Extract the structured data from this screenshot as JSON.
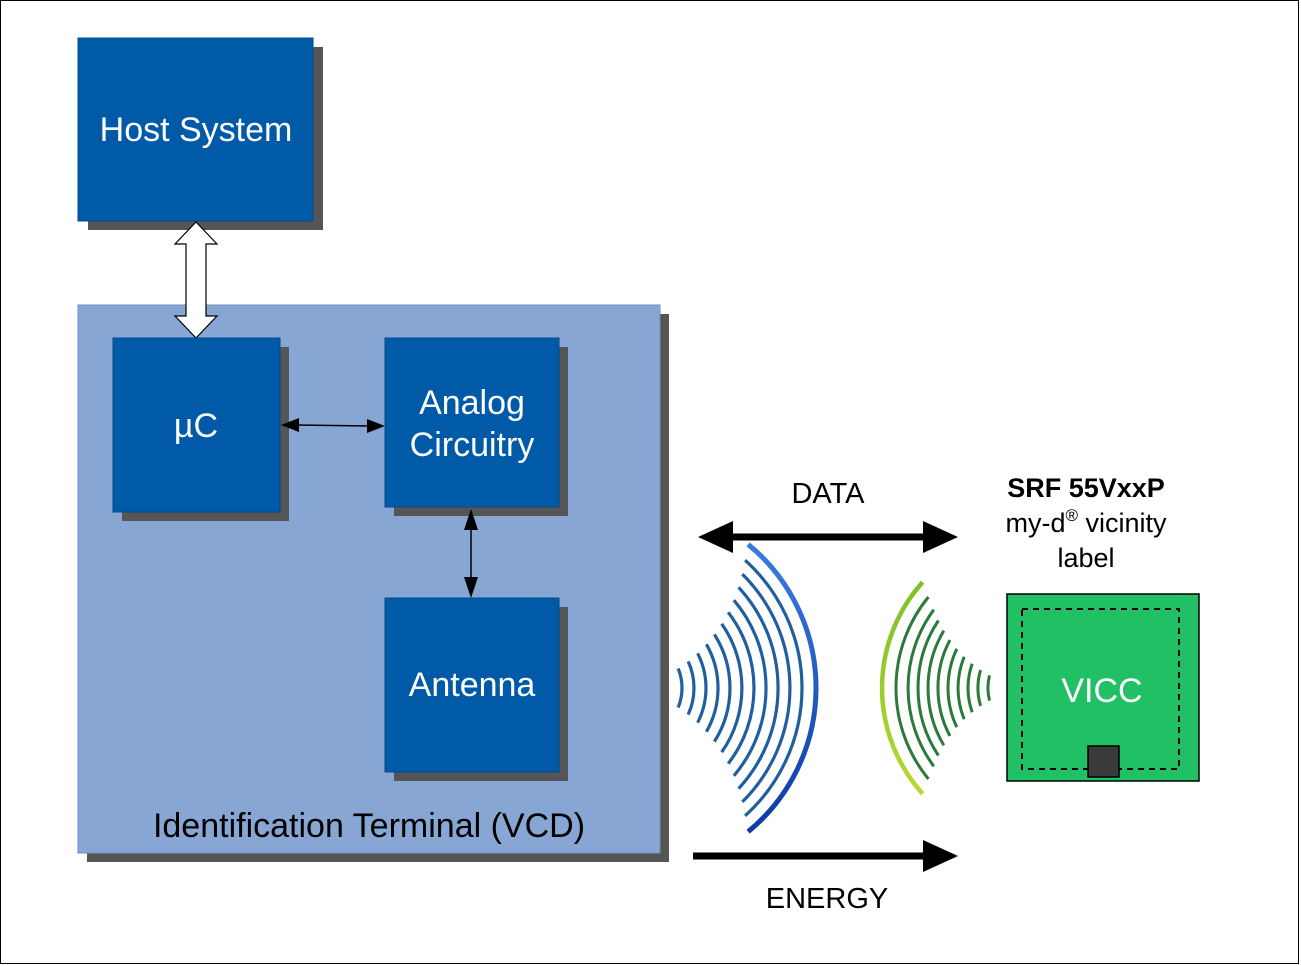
{
  "blocks": {
    "host": "Host System",
    "uc": "µC",
    "analog_line1": "Analog",
    "analog_line2": "Circuitry",
    "antenna": "Antenna",
    "terminal": "Identification Terminal (VCD)",
    "vicc": "VICC"
  },
  "label": {
    "part": "SRF 55VxxP",
    "name_prefix": "my-d",
    "reg_mark": "®",
    "name_suffix": " vicinity",
    "line3": "label"
  },
  "arrows": {
    "data": "DATA",
    "energy": "ENERGY"
  },
  "colors": {
    "block_fill": "#005aa8",
    "terminal_fill": "#88a6d4",
    "shadow": "#555555",
    "label_fill": "#22c065",
    "reader_wave": "#1f5fa0",
    "tag_wave": "#2b7a3a"
  }
}
